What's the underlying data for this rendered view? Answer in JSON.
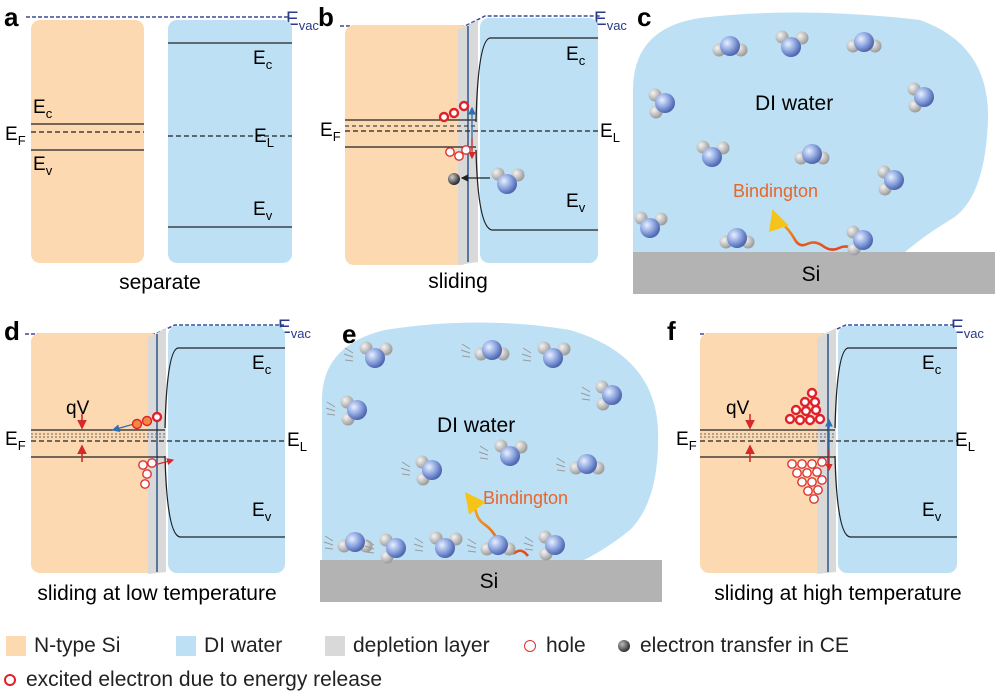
{
  "panels": {
    "a": {
      "letter": "a",
      "caption": "separate",
      "evac": "E",
      "evac_sub": "vac",
      "ec_left": "E",
      "ec_left_sub": "c",
      "ef": "E",
      "ef_sub": "F",
      "ev_left": "E",
      "ev_left_sub": "v",
      "ec_right": "E",
      "ec_right_sub": "c",
      "el": "E",
      "el_sub": "L",
      "ev_right": "E",
      "ev_right_sub": "v"
    },
    "b": {
      "letter": "b",
      "caption": "sliding",
      "evac": "E",
      "evac_sub": "vac",
      "ec": "E",
      "ec_sub": "c",
      "ef": "E",
      "ef_sub": "F",
      "el": "E",
      "el_sub": "L",
      "ev": "E",
      "ev_sub": "v"
    },
    "c": {
      "letter": "c",
      "water_label": "DI water",
      "bindington": "Bindington",
      "substrate": "Si"
    },
    "d": {
      "letter": "d",
      "caption": "sliding at low temperature",
      "evac": "E",
      "evac_sub": "vac",
      "ec": "E",
      "ec_sub": "c",
      "ef": "E",
      "ef_sub": "F",
      "el": "E",
      "el_sub": "L",
      "ev": "E",
      "ev_sub": "v",
      "qv": "qV"
    },
    "e": {
      "letter": "e",
      "water_label": "DI water",
      "bindington": "Bindington",
      "substrate": "Si"
    },
    "f": {
      "letter": "f",
      "caption": "sliding at high temperature",
      "evac": "E",
      "evac_sub": "vac",
      "ec": "E",
      "ec_sub": "c",
      "ef": "E",
      "ef_sub": "F",
      "el": "E",
      "el_sub": "L",
      "ev": "E",
      "ev_sub": "v",
      "qv": "qV"
    }
  },
  "legend": {
    "ntype": "N-type Si",
    "water": "DI water",
    "depletion": "depletion layer",
    "hole": "hole",
    "transfer": "electron transfer in CE",
    "excited": "excited electron due to energy release"
  },
  "colors": {
    "silicon": "#fcd9b0",
    "water": "#bde0f4",
    "depletion": "#d9d9d9",
    "substrate": "#b3b3b3",
    "vacuum_line": "#3a4a9a",
    "electron": "#e0202a",
    "arrow_blue": "#2d6fb3",
    "bindington": "#e8662a"
  }
}
